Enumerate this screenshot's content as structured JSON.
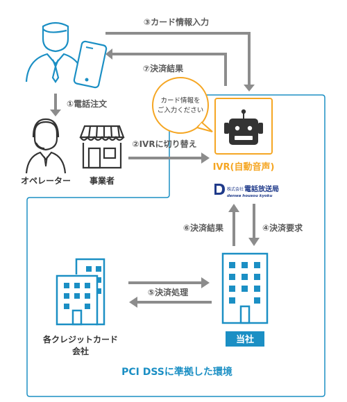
{
  "steps": {
    "phone_order": "①電話注文",
    "switch_ivr": "②IVRに切り替え",
    "card_input": "③カード情報入力",
    "payment_request": "④決済要求",
    "payment_processing": "⑤決済処理",
    "payment_result_6": "⑥決済結果",
    "payment_result_7": "⑦決済結果"
  },
  "actors": {
    "operator": "オペレーター",
    "business": "事業者",
    "ivr": "IVR(自動音声)",
    "company": "当社",
    "card_companies_line1": "各クレジットカード",
    "card_companies_line2": "会社"
  },
  "bubble": {
    "line1": "カード情報を",
    "line2": "ご入力ください"
  },
  "logo": {
    "prefix": "株式会社",
    "name": "電話放送局",
    "romaji": "denwa housou kyoku"
  },
  "environment_label": "PCI DSSに準拠した環境",
  "colors": {
    "blue": "#1b8fc4",
    "gray": "#8c8c8c",
    "orange": "#f5a623",
    "dark": "#333333"
  }
}
